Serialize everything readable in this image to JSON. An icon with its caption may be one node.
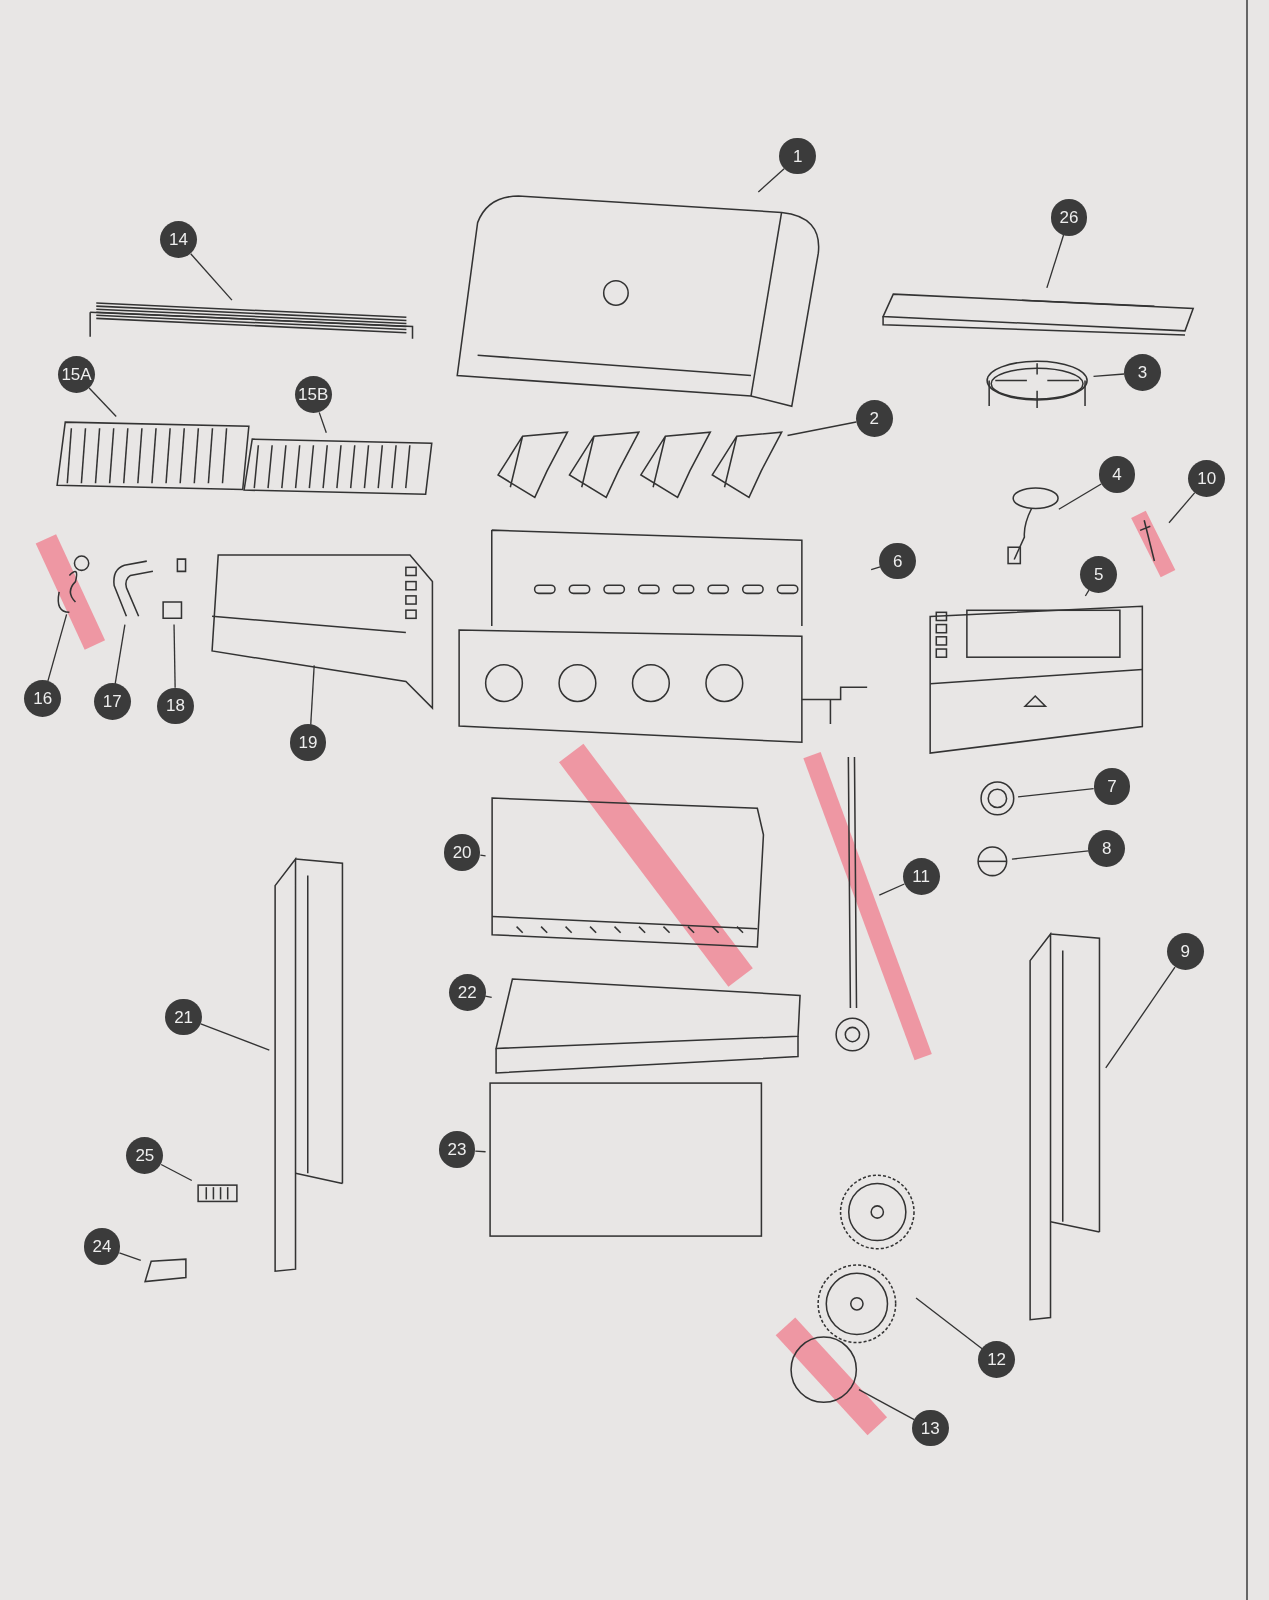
{
  "diagram": {
    "nodes": [
      {
        "text": [
          "1"
        ]
      },
      {
        "text": [],
        "shape": "picture"
      },
      {
        "text": [
          "14"
        ]
      },
      {
        "text": [],
        "shape": "picture"
      },
      {
        "text": [
          "15A"
        ]
      },
      {
        "text": [],
        "shape": "picture"
      },
      {
        "text": [
          "15B"
        ]
      },
      {
        "text": [],
        "shape": "picture"
      },
      {
        "text": [
          "26"
        ]
      },
      {
        "text": [],
        "shape": "picture"
      },
      {
        "text": [
          "3"
        ]
      },
      {
        "text": [],
        "shape": "picture"
      },
      {
        "text": [
          "2"
        ]
      },
      {
        "text": [],
        "shape": "picture"
      },
      {
        "text": [
          "4"
        ]
      },
      {
        "text": [],
        "shape": "picture"
      },
      {
        "text": [
          "10"
        ]
      },
      {
        "text": [],
        "shape": "picture"
      },
      {
        "text": [
          "5"
        ]
      },
      {
        "text": [],
        "shape": "picture"
      },
      {
        "text": [
          "6"
        ]
      },
      {
        "text": [],
        "shape": "picture"
      },
      {
        "text": [
          "16"
        ]
      },
      {
        "text": [],
        "shape": "picture"
      },
      {
        "text": [
          "17"
        ]
      },
      {
        "text": [],
        "shape": "picture"
      },
      {
        "text": [
          "18"
        ]
      },
      {
        "text": [],
        "shape": "picture"
      },
      {
        "text": [
          "19"
        ]
      },
      {
        "text": [],
        "shape": "picture"
      },
      {
        "text": [
          "7"
        ]
      },
      {
        "text": [],
        "shape": "picture"
      },
      {
        "text": [
          "8"
        ]
      },
      {
        "text": [],
        "shape": "picture"
      },
      {
        "text": [
          "11"
        ]
      },
      {
        "text": [],
        "shape": "picture"
      },
      {
        "text": [
          "20"
        ]
      },
      {
        "text": [],
        "shape": "picture"
      },
      {
        "text": [
          "9"
        ]
      },
      {
        "text": [],
        "shape": "picture"
      },
      {
        "text": [
          "21"
        ]
      },
      {
        "text": [],
        "shape": "picture"
      },
      {
        "text": [
          "22"
        ]
      },
      {
        "text": [],
        "shape": "picture"
      },
      {
        "text": [
          "23"
        ]
      },
      {
        "text": [],
        "shape": "box"
      },
      {
        "text": [
          "25"
        ]
      },
      {
        "text": [],
        "shape": "picture"
      },
      {
        "text": [
          "24"
        ]
      },
      {
        "text": [],
        "shape": "picture"
      },
      {
        "text": [
          "12"
        ]
      },
      {
        "text": [],
        "shape": "picture"
      },
      {
        "text": [
          "13"
        ]
      },
      {
        "text": [],
        "shape": "circle"
      }
    ],
    "edges": [
      {
        "from": 0,
        "to": 1,
        "arrow": "none"
      },
      {
        "from": 2,
        "to": 3,
        "arrow": "none"
      },
      {
        "from": 4,
        "to": 5,
        "arrow": "none"
      },
      {
        "from": 6,
        "to": 7,
        "arrow": "none"
      },
      {
        "from": 8,
        "to": 9,
        "arrow": "none"
      },
      {
        "from": 10,
        "to": 11,
        "arrow": "none"
      },
      {
        "from": 12,
        "to": 13,
        "arrow": "none"
      },
      {
        "from": 14,
        "to": 15,
        "arrow": "none"
      },
      {
        "from": 16,
        "to": 17,
        "arrow": "none"
      },
      {
        "from": 18,
        "to": 19,
        "arrow": "none"
      },
      {
        "from": 20,
        "to": 21,
        "arrow": "none"
      },
      {
        "from": 22,
        "to": 23,
        "arrow": "none"
      },
      {
        "from": 24,
        "to": 25,
        "arrow": "none"
      },
      {
        "from": 26,
        "to": 27,
        "arrow": "none"
      },
      {
        "from": 28,
        "to": 29,
        "arrow": "none"
      },
      {
        "from": 30,
        "to": 31,
        "arrow": "none"
      },
      {
        "from": 32,
        "to": 33,
        "arrow": "none"
      },
      {
        "from": 34,
        "to": 35,
        "arrow": "none"
      },
      {
        "from": 36,
        "to": 37,
        "arrow": "none"
      },
      {
        "from": 38,
        "to": 39,
        "arrow": "none"
      },
      {
        "from": 40,
        "to": 41,
        "arrow": "none"
      },
      {
        "from": 42,
        "to": 43,
        "arrow": "none"
      },
      {
        "from": 44,
        "to": 45,
        "arrow": "none"
      },
      {
        "from": 46,
        "to": 47,
        "arrow": "none"
      },
      {
        "from": 48,
        "to": 49,
        "arrow": "none"
      },
      {
        "from": 50,
        "to": 51,
        "arrow": "none"
      },
      {
        "from": 52,
        "to": 53,
        "arrow": "none"
      }
    ]
  }
}
